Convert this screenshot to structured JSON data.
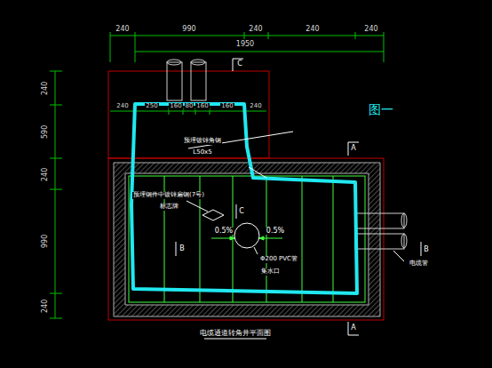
{
  "diagram": {
    "caption": "电缆通道转角井平面图",
    "labels": [
      "240",
      "990",
      "240",
      "240",
      "240",
      "1950",
      "240",
      "590",
      "240",
      "990",
      "240",
      "240",
      "250",
      "160",
      "80",
      "160",
      "160",
      "240",
      "C",
      "图一",
      "A",
      "预埋镀锌角钢",
      "L50x5",
      "预埋钢件中镀锌扁钢(7号)",
      "标志牌",
      "C",
      "0.5%",
      "0.5%",
      "Φ200 PVC管",
      "集水口",
      "B",
      "B",
      "电缆管",
      "A"
    ]
  }
}
